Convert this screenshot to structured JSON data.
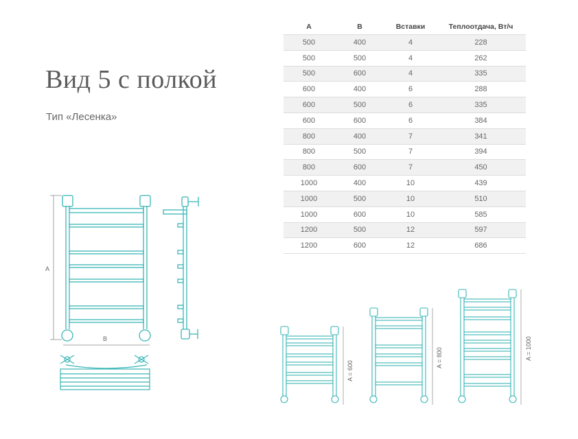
{
  "title": "Вид 5 с полкой",
  "subtitle": "Тип «Лесенка»",
  "colors": {
    "stroke": "#39b5b5",
    "dim": "#8a8a8a",
    "text": "#555555"
  },
  "table": {
    "headers": [
      "A",
      "B",
      "Вставки",
      "Теплоотдача, Вт/ч"
    ],
    "rows": [
      [
        "500",
        "400",
        "4",
        "228"
      ],
      [
        "500",
        "500",
        "4",
        "262"
      ],
      [
        "500",
        "600",
        "4",
        "335"
      ],
      [
        "600",
        "400",
        "6",
        "288"
      ],
      [
        "600",
        "500",
        "6",
        "335"
      ],
      [
        "600",
        "600",
        "6",
        "384"
      ],
      [
        "800",
        "400",
        "7",
        "341"
      ],
      [
        "800",
        "500",
        "7",
        "394"
      ],
      [
        "800",
        "600",
        "7",
        "450"
      ],
      [
        "1000",
        "400",
        "10",
        "439"
      ],
      [
        "1000",
        "500",
        "10",
        "510"
      ],
      [
        "1000",
        "600",
        "10",
        "585"
      ],
      [
        "1200",
        "500",
        "12",
        "597"
      ],
      [
        "1200",
        "600",
        "12",
        "686"
      ]
    ]
  },
  "drawing": {
    "label_a": "A",
    "label_b": "B",
    "dim_600": "A = 600",
    "dim_800": "A = 800",
    "dim_1000": "A = 1000"
  }
}
